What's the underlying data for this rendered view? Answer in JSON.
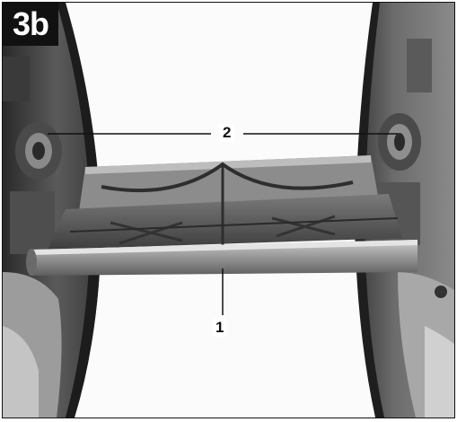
{
  "figure": {
    "badge": "3b",
    "callouts": [
      {
        "number": "2"
      },
      {
        "number": "1"
      }
    ]
  },
  "colors": {
    "badge_background": "#111111",
    "badge_text": "#ffffff",
    "photo_tone": "grayscale"
  }
}
